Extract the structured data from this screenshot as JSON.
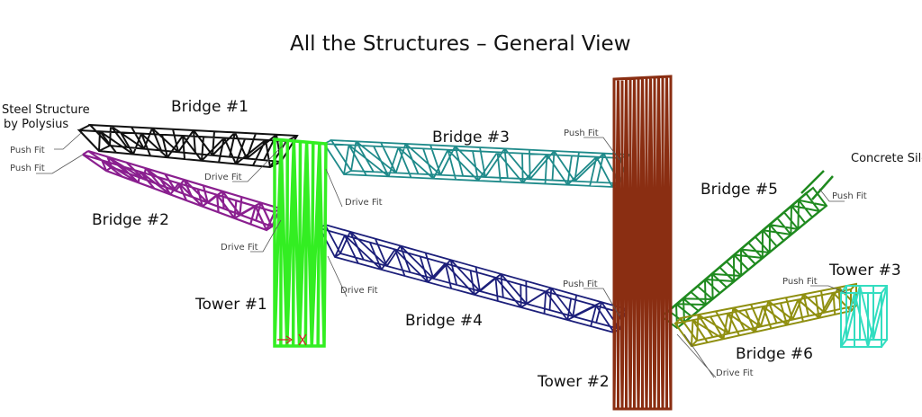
{
  "title": "All the Structures – General View",
  "labels": {
    "steel_structure_line1": "Steel Structure",
    "steel_structure_line2": "by Polysius",
    "bridge1": "Bridge #1",
    "bridge2": "Bridge #2",
    "bridge3": "Bridge #3",
    "bridge4": "Bridge #4",
    "bridge5": "Bridge #5",
    "bridge6": "Bridge #6",
    "tower1": "Tower #1",
    "tower2": "Tower #2",
    "tower3": "Tower #3",
    "concrete_silo": "Concrete Silo",
    "push_fit": "Push Fit",
    "drive_fit": "Drive Fit"
  },
  "colors": {
    "bridge1": "#111111",
    "bridge2": "#8a1f8f",
    "bridge3": "#1f8a8a",
    "bridge4": "#1c1f7a",
    "bridge5": "#1f8a1f",
    "bridge6": "#8f8f10",
    "tower1": "#33ee22",
    "tower2": "#8a2e12",
    "tower3": "#33ddc0",
    "axis_marker": "#cc2222"
  }
}
